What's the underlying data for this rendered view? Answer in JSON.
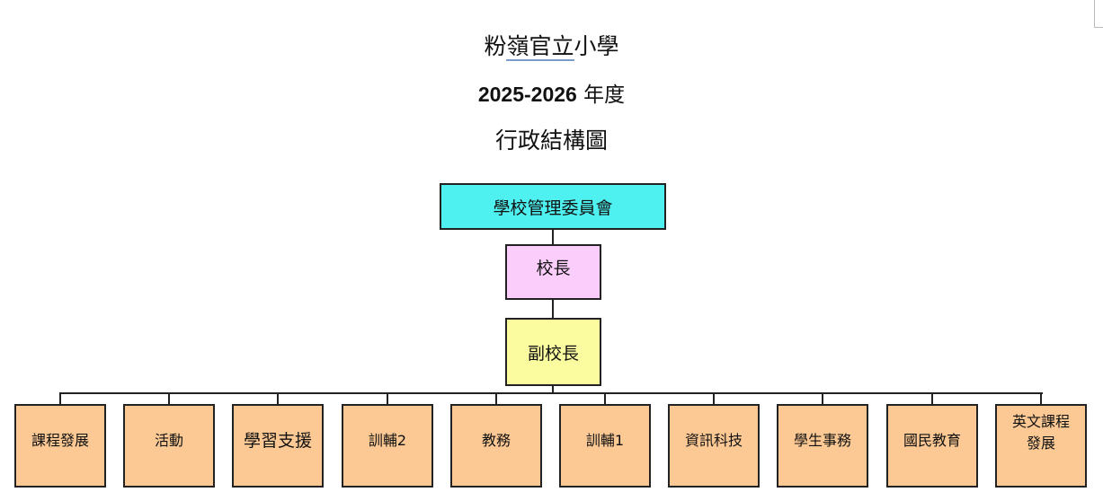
{
  "title": {
    "school_pre": "粉",
    "school_underlined": "嶺官立",
    "school_post": "小學",
    "year": "2025-2026",
    "year_suffix": " 年度",
    "chart_name": "行政結構圖"
  },
  "nodes": {
    "committee": "學校管理委員會",
    "principal": "校長",
    "vice_principal": "副校長"
  },
  "departments": [
    "課程發展",
    "活動",
    "學習支援",
    "訓輔2",
    "教務",
    "訓輔1",
    "資訊科技",
    "學生事務",
    "國民教育",
    "英文課程發展"
  ],
  "colors": {
    "committee": "#4ff0f0",
    "principal": "#fbcdfb",
    "vice_principal": "#fbfba0",
    "departments": "#fcc994"
  }
}
